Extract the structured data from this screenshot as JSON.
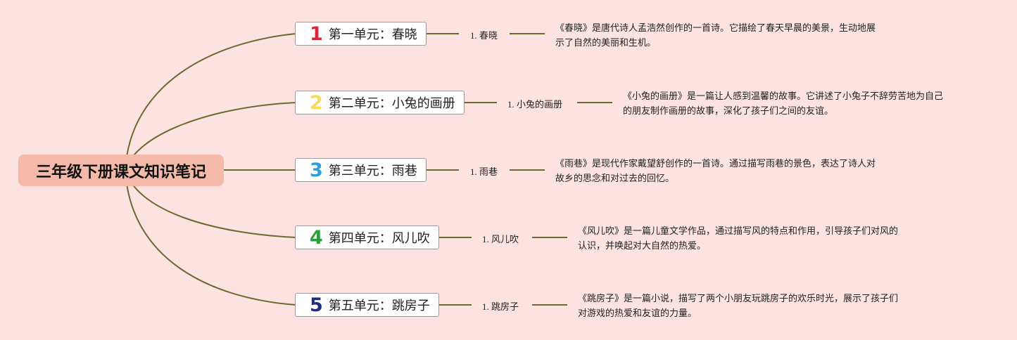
{
  "root": {
    "title": "三年级下册课文知识笔记"
  },
  "units": [
    {
      "number": "1",
      "color": "#d7263d",
      "label": "第一单元：春晓",
      "lesson_index": "1.",
      "lesson_title": "春晓",
      "desc_line1": "《春晓》是唐代诗人孟浩然创作的一首诗。它描绘了春天早晨的美景，生动地展",
      "desc_line2": "示了自然的美丽和生机。"
    },
    {
      "number": "2",
      "color": "#f2dc5d",
      "label": "第二单元：小兔的画册",
      "lesson_index": "1.",
      "lesson_title": "小兔的画册",
      "desc_line1": "《小兔的画册》是一篇让人感到温馨的故事。它讲述了小兔子不辞劳苦地为自己",
      "desc_line2": "的朋友制作画册的故事，深化了孩子们之间的友谊。"
    },
    {
      "number": "3",
      "color": "#2f9fd8",
      "label": "第三单元：雨巷",
      "lesson_index": "1.",
      "lesson_title": "雨巷",
      "desc_line1": "《雨巷》是现代作家戴望舒创作的一首诗。通过描写雨巷的景色，表达了诗人对",
      "desc_line2": "故乡的思念和对过去的回忆。"
    },
    {
      "number": "4",
      "color": "#2e9e3c",
      "label": "第四单元：风儿吹",
      "lesson_index": "1.",
      "lesson_title": "风儿吹",
      "desc_line1": "《风儿吹》是一篇儿童文学作品，通过描写风的特点和作用，引导孩子们对风的",
      "desc_line2": "认识，并唤起对大自然的热爱。"
    },
    {
      "number": "5",
      "color": "#1f2e7a",
      "label": "第五单元：跳房子",
      "lesson_index": "1.",
      "lesson_title": "跳房子",
      "desc_line1": "《跳房子》是一篇小说，描写了两个小朋友玩跳房子的欢乐时光，展示了孩子们",
      "desc_line2": "对游戏的热爱和友谊的力量。"
    }
  ],
  "colors": {
    "background": "#fde2e2",
    "root_fill": "#f4b9a8",
    "line": "#6b6a2e"
  }
}
